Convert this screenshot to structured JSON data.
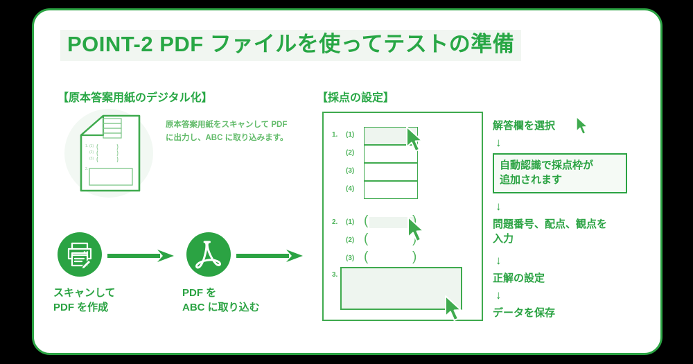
{
  "colors": {
    "brand_green": "#2ba343",
    "light_green": "#62bb6a",
    "panel_green": "#3faa4e",
    "highlight_band": "#f1f6f1",
    "fill_green": "#eef5ef",
    "background": "#000000",
    "card": "#ffffff"
  },
  "header": {
    "title": "POINT-2 PDF ファイルを使ってテストの準備"
  },
  "left_section": {
    "heading": "【原本答案用紙のデジタル化】",
    "paragraph": "原本答案用紙をスキャンして PDF に出力し、ABC に取り込みます。",
    "flow": [
      {
        "icon": "printer-scanner-icon",
        "caption_line1": "スキャンして",
        "caption_line2": "PDF を作成"
      },
      {
        "icon": "pdf-acrobat-icon",
        "caption_line1": "PDF を",
        "caption_line2": "ABC に取り込む"
      }
    ],
    "arrow_glyph": "→"
  },
  "middle_section": {
    "heading": "【採点の設定】",
    "groups": [
      {
        "number": "1.",
        "style": "boxes",
        "items": [
          {
            "label": "(1)",
            "filled": true
          },
          {
            "label": "(2)",
            "filled": false
          },
          {
            "label": "(3)",
            "filled": false
          },
          {
            "label": "(4)",
            "filled": false
          }
        ]
      },
      {
        "number": "2.",
        "style": "parentheses",
        "items": [
          {
            "label": "(1)",
            "open": "(",
            "close": ")",
            "filled": true
          },
          {
            "label": "(2)",
            "open": "(",
            "close": ")",
            "filled": false
          },
          {
            "label": "(3)",
            "open": "(",
            "close": ")",
            "filled": false
          }
        ]
      },
      {
        "number": "3.",
        "style": "large-box",
        "items": [
          {
            "label": "",
            "filled": true
          }
        ]
      }
    ]
  },
  "right_section": {
    "steps": [
      {
        "type": "text",
        "label": "解答欄を選択",
        "has_cursor": true
      },
      {
        "type": "arrow",
        "label": "↓"
      },
      {
        "type": "box",
        "label": "自動認識で採点枠が\n追加されます",
        "line1": "自動認識で採点枠が",
        "line2": "追加されます"
      },
      {
        "type": "arrow",
        "label": "↓"
      },
      {
        "type": "text",
        "label": "問題番号、配点、観点を入力",
        "line1": "問題番号、配点、観点を",
        "line2": "入力"
      },
      {
        "type": "arrow",
        "label": "↓"
      },
      {
        "type": "text",
        "label": "正解の設定"
      },
      {
        "type": "arrow",
        "label": "↓"
      },
      {
        "type": "text",
        "label": "データを保存"
      }
    ]
  }
}
